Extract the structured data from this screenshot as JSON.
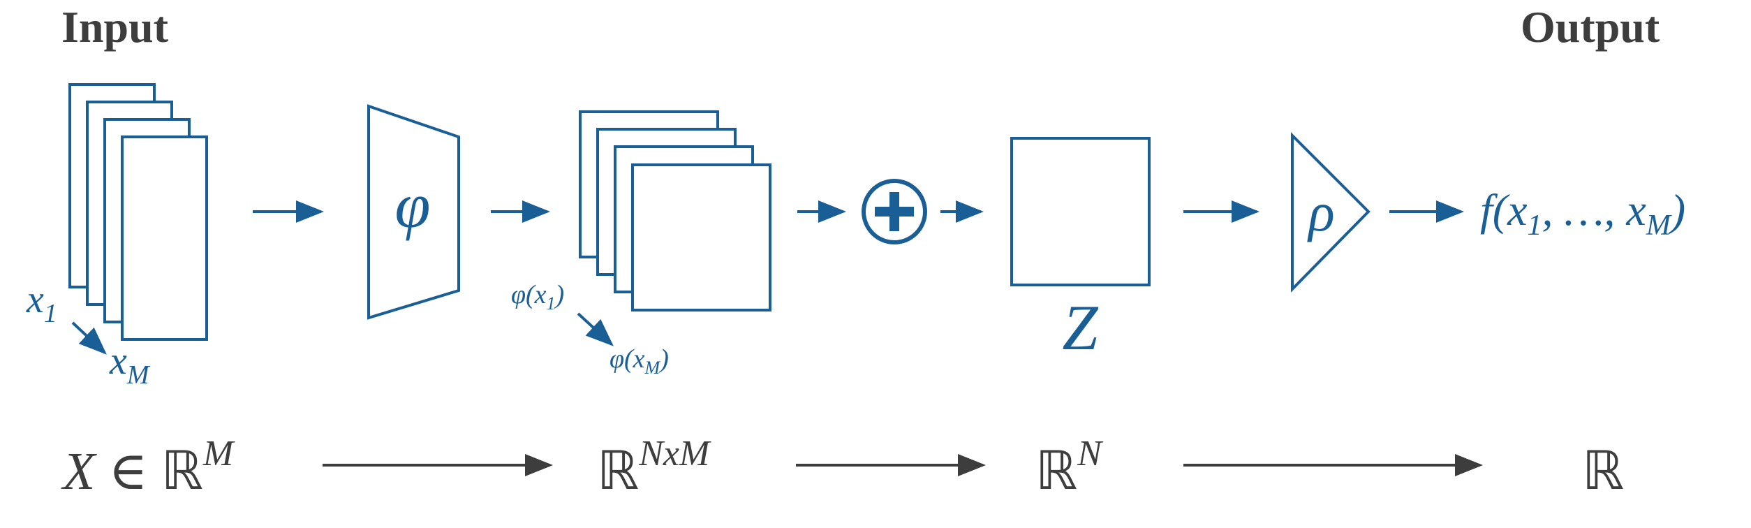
{
  "diagram": {
    "input_label": "Input",
    "output_label": "Output",
    "phi_symbol": "φ",
    "rho_symbol": "ρ",
    "z_label": "Z",
    "sum_icon": "circled-plus-icon",
    "x_first": {
      "base": "x",
      "sub": "1"
    },
    "x_last": {
      "base": "x",
      "sub": "M"
    },
    "phi_first": {
      "open": "φ(x",
      "sub": "1",
      "close": ")"
    },
    "phi_last": {
      "open": "φ(x",
      "sub": "M",
      "close": ")"
    },
    "output_expr": {
      "f": "f(x",
      "sub1": "1",
      "mid": ", …, x",
      "subM": "M",
      "close": ")"
    },
    "spaces": {
      "input": {
        "lhs": "X ∈ ",
        "bb": "ℝ",
        "sup": "M"
      },
      "embedded": {
        "bb": "ℝ",
        "sup": "NxM"
      },
      "pooled": {
        "bb": "ℝ",
        "sup": "N"
      },
      "output": {
        "bb": "ℝ"
      }
    },
    "colors": {
      "accent": "#1a5e96",
      "text": "#3d3d3d",
      "arrow_gray": "#3d3d3d"
    }
  }
}
